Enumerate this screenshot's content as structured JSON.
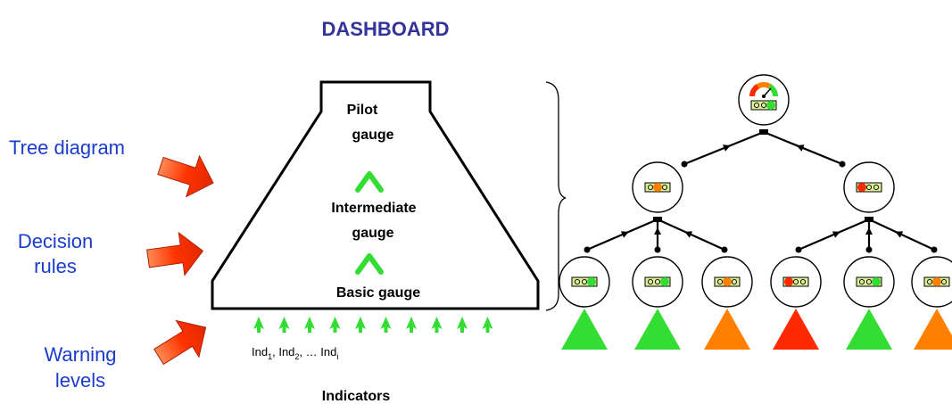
{
  "title": "DASHBOARD",
  "side_labels": {
    "tree_diagram": "Tree diagram",
    "decision_rules_line1": "Decision",
    "decision_rules_line2": "rules",
    "warning_levels_line1": "Warning",
    "warning_levels_line2": "levels"
  },
  "pyramid": {
    "pilot_line1": "Pilot",
    "pilot_line2": "gauge",
    "intermediate_line1": "Intermediate",
    "intermediate_line2": "gauge",
    "basic": "Basic gauge"
  },
  "indicators": {
    "sequence": {
      "ind": "Ind",
      "sub1": "1",
      "sep1": ", ",
      "sub2": "2",
      "sep2": ",  … ",
      "subi": "i"
    },
    "label": "Indicators",
    "arrow_count": 10
  },
  "colors": {
    "title": "#333399",
    "side_label": "#1a3ccc",
    "arrow_red": "#ff3300",
    "green": "#33dd33",
    "orange": "#ff7f00",
    "red": "#ff2a00",
    "yellow_bar": "#ddee99"
  },
  "tree": {
    "root": {
      "icon": "speedometer-icon",
      "indicator": "green"
    },
    "intermediate": [
      {
        "indicator": "orange"
      },
      {
        "indicator": "red"
      }
    ],
    "leaves": [
      {
        "indicator": "green",
        "triangle": "green"
      },
      {
        "indicator": "green",
        "triangle": "green"
      },
      {
        "indicator": "orange",
        "triangle": "orange"
      },
      {
        "indicator": "red",
        "triangle": "red"
      },
      {
        "indicator": "green",
        "triangle": "green"
      },
      {
        "indicator": "orange",
        "triangle": "orange"
      }
    ]
  }
}
